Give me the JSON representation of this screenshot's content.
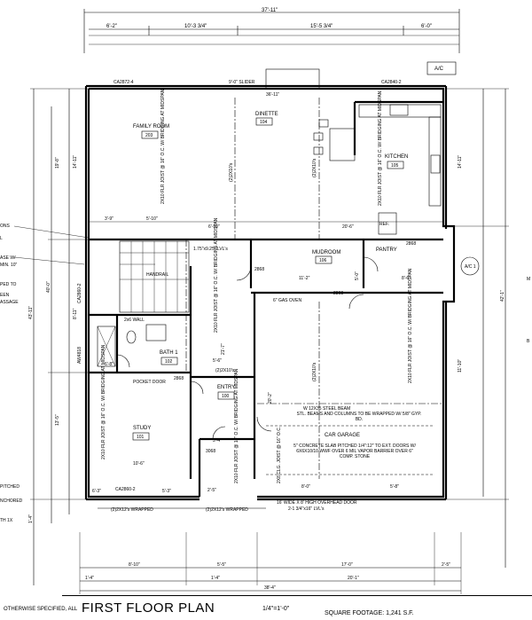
{
  "title": "FIRST FLOOR PLAN",
  "scale": "1/4\"=1'-0\"",
  "square_footage": "SQUARE FOOTAGE: 1,241 S.F.",
  "note_fragment": "OTHERWISE SPECIFIED, ALL",
  "dims": {
    "overall_top": "37'-11\"",
    "top_a": "6'-2\"",
    "top_b": "10'-3 3/4\"",
    "top_c": "15'-5 3/4\"",
    "top_d": "6'-0\"",
    "inner_top": "36'-11\"",
    "left_overall": "40'-0\"",
    "left_a": "19'-8\"",
    "left_b": "14'-11\"",
    "left_c": "8'-11\"",
    "left_d": "13'-5\"",
    "left_e": "43'-11\"",
    "right_a": "14'-11\"",
    "right_b": "42'-1\"",
    "right_c": "11'-10\"",
    "bottom_a": "8'-10\"",
    "bottom_b": "5'-5\"",
    "bottom_c": "17'-0\"",
    "bottom_d": "2'-5\"",
    "bottom_e": "1'-4\"",
    "bottom_f": "1'-4\"",
    "bottom_g": "20'-1\"",
    "bottom_overall": "38'-4\"",
    "dim_3_9": "3'-9\"",
    "dim_5_10": "5'-10\"",
    "dim_6_10": "6'-10\"",
    "dim_20_6": "20'-6\"",
    "dim_11_2": "11'-2\"",
    "dim_8_6": "8'-6\"",
    "dim_6_8": "6'-8\"",
    "dim_10_6": "10'-6\"",
    "dim_5_6": "5'-6\"",
    "dim_5_3": "5'-3\"",
    "dim_6_3": "6'-3\"",
    "dim_8_0": "8'-0\"",
    "dim_5_8": "5'-8\"",
    "dim_2_5": "2'-5\"",
    "dim_20_2": "20'-2\"",
    "dim_21_7": "21'-7\"",
    "dim_5_0": "5'-0\"",
    "dim_3_4": "3'-4\"",
    "dim_1_4": "1'-4\""
  },
  "windows": {
    "w1": "CA2872-4",
    "w2": "9'-0\" SLIDER",
    "w3": "CA2840-2",
    "w4": "CA2860-2",
    "w5": "CA2860-2",
    "w6": "AW4818"
  },
  "rooms": {
    "family": {
      "name": "FAMILY ROOM",
      "num": "203"
    },
    "dinette": {
      "name": "DINETTE",
      "num": "104"
    },
    "kitchen": {
      "name": "KITCHEN",
      "num": "105"
    },
    "mudroom": {
      "name": "MUDROOM",
      "num": "106"
    },
    "pantry": {
      "name": "PANTRY",
      "num": ""
    },
    "bath": {
      "name": "BATH 1",
      "num": "102"
    },
    "study": {
      "name": "STUDY",
      "num": "101"
    },
    "entry": {
      "name": "ENTRY",
      "num": "100"
    },
    "garage": {
      "name": "CAR GARAGE",
      "num": ""
    }
  },
  "notes": {
    "joist1": "2X10 FLR JOIST @ 16\" O.C. W/ BRIDGING AT MIDSPAN",
    "joist2": "2X10 FLR JOIST @ 16\" O.C. W/ BRIDGING AT MIDSPAN",
    "joist3": "2X10 FLR JOIST @ 16\" O.C. W/ BRIDGING AT MIDSPAN",
    "joist4": "2X10 FLR JOIST @ 16\" O.C. W/ BRIDGING AT MIDSPAN",
    "joist5": "2X10 FLR JOIST @ 16\" O.C. W/ BRIDGING AT MIDSPAN",
    "joist6": "2X10 FLR JOIST @ 16\" O.C. W/ BRIDGING AT MIDSPAN",
    "beam_2x10a": "(2)2X10's",
    "beam_2x10b": "(2)2X10's",
    "beam_2x10c": "(2)2X10's",
    "beam_2x10d": "(2)2X10's",
    "lvl": "1.75\"x9.25\" LVL's",
    "handrail": "HANDRAIL",
    "wall_2x6": "2x6 WALL",
    "pocket": "POCKET DOOR",
    "steel_beam": "W 12X35 STEEL BEAM",
    "steel_note": "STL. BEAMS AND COLUMNS TO BE WRAPPED W/ 5/8\" GYP. BD.",
    "slab_note": "5\" CONCRETE SLAB PITCHED 1/4\":12\" TO EXT. DOORS W/ 6X6X10/10 WWF OVER 6 MIL VAPOR BARRIER OVER 6\" COMP. STONE",
    "clg_joist": "2X8 CLG. JOIST @ 16\" O.C.",
    "wrapped1": "(2)2X12's WRAPPED",
    "wrapped2": "(2)2X12's WRAPPED",
    "garage_door": "16' WIDE X 8' HIGH OVERHEAD DOOR",
    "garage_hdr": "2-1 3/4\"x16\" LVL's",
    "gas_oven": "6\" GAS OVEN",
    "ref": "REF.",
    "ac": "A/C",
    "ac1": "A/C 1",
    "d2868a": "2868",
    "d2868b": "2868",
    "d2868c": "2868",
    "d2868d": "2868",
    "d3068": "3068",
    "left_edge_1": "ONS",
    "left_edge_2": "L",
    "left_edge_3": "ASE W/",
    "left_edge_4": "MIN. 10\"",
    "left_edge_5": "PED TO",
    "left_edge_6": "EEN",
    "left_edge_7": "ASSAGE",
    "left_edge_8": "PITCHED",
    "left_edge_9": "NCHORED",
    "left_edge_10": "TH 1X",
    "right_edge_1": "M",
    "right_edge_2": "B"
  }
}
